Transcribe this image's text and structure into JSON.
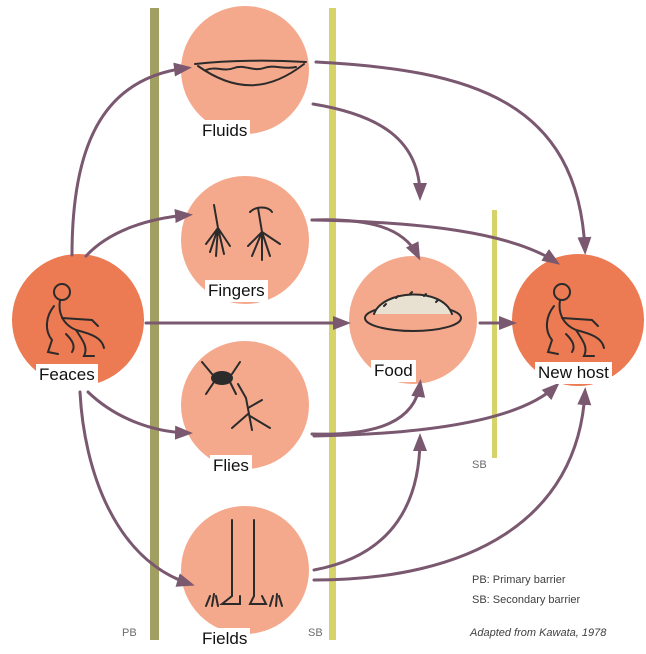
{
  "nodes": {
    "feaces": "Feaces",
    "fluids": "Fluids",
    "fingers": "Fingers",
    "flies": "Flies",
    "fields": "Fields",
    "food": "Food",
    "new_host": "New host"
  },
  "barriers": {
    "primary_tag": "PB",
    "secondary_tag_bottom": "SB",
    "secondary_tag_right": "SB"
  },
  "legend": {
    "primary": "PB: Primary barrier",
    "secondary": "SB: Secondary barrier"
  },
  "credit": "Adapted from Kawata, 1978",
  "colors": {
    "source_circle": "#ec7a52",
    "route_circle": "#f4a98c",
    "primary_barrier": "#a19f62",
    "secondary_barrier": "#d7d36b",
    "arrow": "#7a5870",
    "icons": "#2b2b2b"
  }
}
